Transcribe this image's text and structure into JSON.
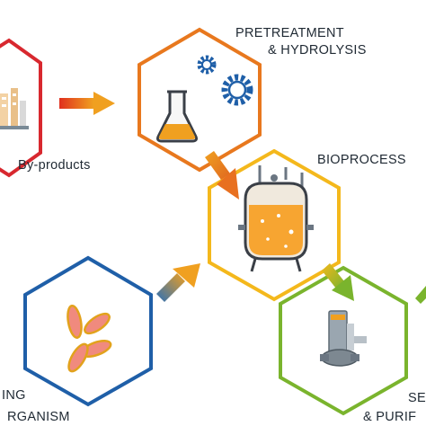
{
  "nodes": {
    "byproducts": {
      "label": "By-products",
      "color": "#d8282f"
    },
    "pretreatment": {
      "label_line1": "PRETREATMENT",
      "label_line2": "& HYDROLYSIS",
      "color": "#e8781e"
    },
    "bioprocess": {
      "label": "BIOPROCESS",
      "color": "#f4b81c"
    },
    "microorganism": {
      "label_line1": "ING",
      "label_line2": "RGANISM",
      "color": "#1f5fa8"
    },
    "separation": {
      "label_line1": "SE",
      "label_line2": "& PURIF",
      "color": "#7ab42d"
    }
  },
  "arrows": [
    {
      "from": "byproducts",
      "to": "pretreatment",
      "colors": [
        "#f0a020",
        "#e0301e"
      ]
    },
    {
      "from": "pretreatment",
      "to": "bioprocess",
      "colors": [
        "#f0a020",
        "#e06820"
      ]
    },
    {
      "from": "microorganism",
      "to": "bioprocess",
      "colors": [
        "#2a6fb8",
        "#f0a020"
      ]
    },
    {
      "from": "bioprocess",
      "to": "separation",
      "colors": [
        "#f4b81c",
        "#7ab42d"
      ]
    },
    {
      "from": "separation",
      "to": "offscreen",
      "colors": [
        "#7ab42d",
        "#7ab42d"
      ]
    }
  ],
  "icons": [
    "factory-icon",
    "flask-icon",
    "gears-icon",
    "bioreactor-icon",
    "bacteria-icon",
    "pump-icon"
  ]
}
